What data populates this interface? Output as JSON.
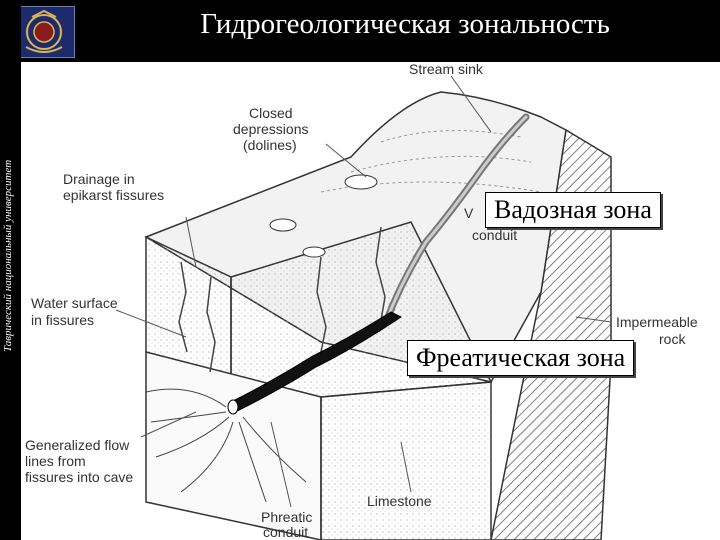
{
  "header": {
    "title": "Гидрогеологическая зональность",
    "side_text": "Таврический национальный университет"
  },
  "diagram": {
    "labels": {
      "stream_sink": "Stream sink",
      "closed_depressions_1": "Closed",
      "closed_depressions_2": "depressions",
      "closed_depressions_3": "(dolines)",
      "drainage_1": "Drainage in",
      "drainage_2": "epikarst fissures",
      "vadose_1": "V",
      "vadose_2": "conduit",
      "water_surface_1": "Water surface",
      "water_surface_2": "in fissures",
      "impermeable_1": "Impermeable",
      "impermeable_2": "rock",
      "flow_1": "Generalized flow",
      "flow_2": "lines from",
      "flow_3": "fissures into cave",
      "limestone": "Limestone",
      "phreatic_1": "Phreatic",
      "phreatic_2": "conduit"
    },
    "zones": {
      "vadose": "Вадозная зона",
      "phreatic": "Фреатическая зона"
    }
  }
}
